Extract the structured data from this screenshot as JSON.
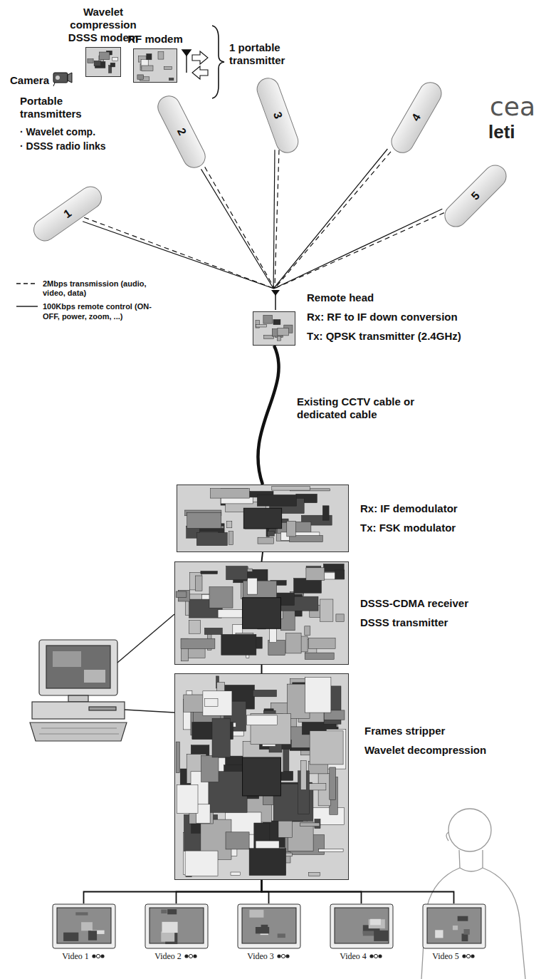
{
  "diagram": {
    "nodes": [
      {
        "text": [
          "Wavelet compression DSSS modem"
        ]
      },
      {
        "text": [
          "RF modem"
        ]
      },
      {
        "text": [
          "Camera"
        ]
      },
      {
        "text": [
          "1"
        ]
      },
      {
        "text": [
          "2"
        ]
      },
      {
        "text": [
          "3"
        ]
      },
      {
        "text": [
          "4"
        ]
      },
      {
        "text": [
          "5"
        ]
      },
      {
        "text": [
          "Remote head",
          "Rx: RF to IF down conversion",
          "Tx: QPSK transmitter (2.4GHz)"
        ]
      },
      {
        "text": [
          "Rx: IF demodulator",
          "Tx: FSK modulator"
        ]
      },
      {
        "text": [
          "DSSS-CDMA receiver",
          "DSSS transmitter"
        ]
      },
      {
        "text": [
          "Frames stripper",
          "Wavelet decompression"
        ]
      },
      {
        "text": [
          "Video 1"
        ]
      },
      {
        "text": [
          "Video 2"
        ]
      },
      {
        "text": [
          "Video 3"
        ]
      },
      {
        "text": [
          "Video 4"
        ]
      },
      {
        "text": [
          "Video 5"
        ]
      }
    ],
    "edges": [
      {
        "from": 3,
        "to": 8,
        "arrow": "none"
      },
      {
        "from": 3,
        "to": 8,
        "arrow": "none"
      },
      {
        "from": 4,
        "to": 8,
        "arrow": "none"
      },
      {
        "from": 4,
        "to": 8,
        "arrow": "none"
      },
      {
        "from": 5,
        "to": 8,
        "arrow": "none"
      },
      {
        "from": 5,
        "to": 8,
        "arrow": "none"
      },
      {
        "from": 6,
        "to": 8,
        "arrow": "none"
      },
      {
        "from": 6,
        "to": 8,
        "arrow": "none"
      },
      {
        "from": 7,
        "to": 8,
        "arrow": "none"
      },
      {
        "from": 7,
        "to": 8,
        "arrow": "none"
      },
      {
        "from": 8,
        "to": 9,
        "label": "Existing CCTV cable or dedicated cable",
        "arrow": "none"
      },
      {
        "from": 9,
        "to": 10,
        "arrow": "none"
      },
      {
        "from": 10,
        "to": 11,
        "arrow": "none"
      },
      {
        "from": 11,
        "to": 12,
        "arrow": "none"
      },
      {
        "from": 11,
        "to": 13,
        "arrow": "none"
      },
      {
        "from": 11,
        "to": 14,
        "arrow": "none"
      },
      {
        "from": 11,
        "to": 15,
        "arrow": "none"
      },
      {
        "from": 11,
        "to": 16,
        "arrow": "none"
      }
    ],
    "labels": [
      "1 portable transmitter",
      "Portable transmitters",
      "· Wavelet comp.",
      "· DSSS radio links",
      "cea",
      "leti"
    ],
    "legend": [
      {
        "text": "2Mbps transmission (audio, video, data)"
      },
      {
        "text": "100Kbps remote control (ON-OFF, power, zoom, ...)"
      }
    ]
  }
}
